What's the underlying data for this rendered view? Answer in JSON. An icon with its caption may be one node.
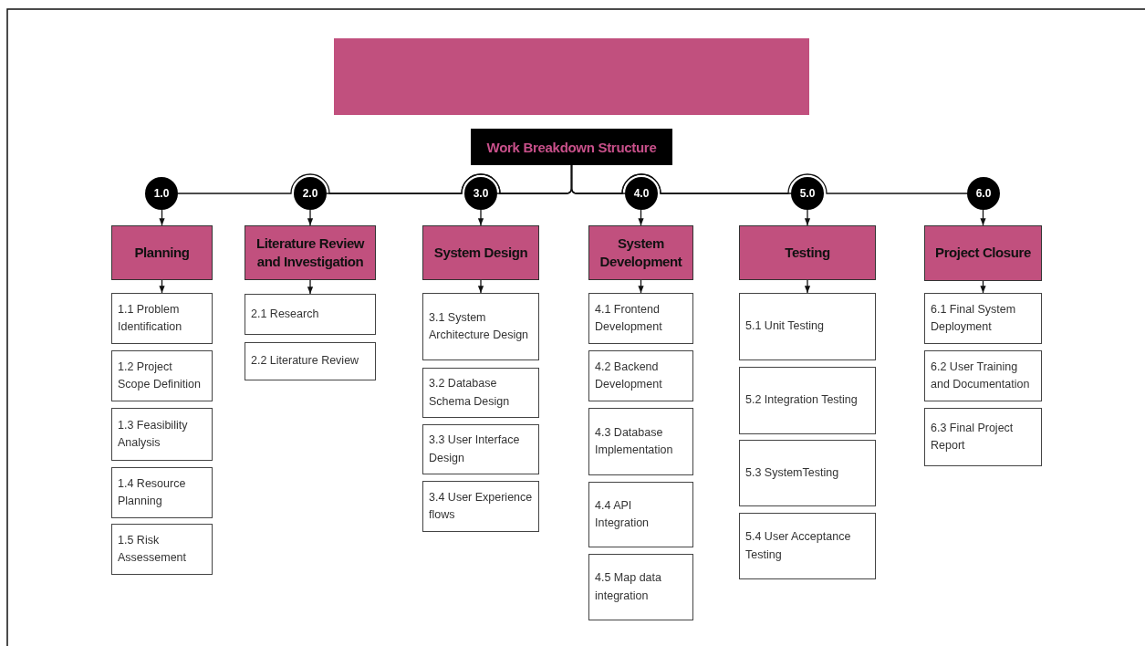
{
  "diagram": {
    "nodes": [
      {
        "text": [],
        "shape": "box"
      },
      {
        "text": [
          "Work Breakdown Structure"
        ]
      },
      {
        "text": [
          "1.0"
        ]
      },
      {
        "text": [
          "2.0"
        ]
      },
      {
        "text": [
          "3.0"
        ]
      },
      {
        "text": [
          "4.0"
        ]
      },
      {
        "text": [
          "5.0"
        ]
      },
      {
        "text": [
          "6.0"
        ]
      },
      {
        "text": [
          "Planning"
        ]
      },
      {
        "text": [
          "Literature Review and Investigation"
        ]
      },
      {
        "text": [
          "System Design"
        ]
      },
      {
        "text": [
          "System Development"
        ]
      },
      {
        "text": [
          "Testing"
        ]
      },
      {
        "text": [
          "Project Closure"
        ]
      },
      {
        "text": [
          "1.1 Problem Identification"
        ]
      },
      {
        "text": [
          "1.2 Project Scope Definition"
        ]
      },
      {
        "text": [
          "1.3 Feasibility Analysis"
        ]
      },
      {
        "text": [
          "1.4 Resource Planning"
        ]
      },
      {
        "text": [
          "1.5 Risk Assessement"
        ]
      },
      {
        "text": [
          "2.1 Research"
        ]
      },
      {
        "text": [
          "2.2 Literature Review"
        ]
      },
      {
        "text": [
          "3.1 System Architecture Design"
        ]
      },
      {
        "text": [
          "3.2 Database Schema Design"
        ]
      },
      {
        "text": [
          "3.3 User Interface Design"
        ]
      },
      {
        "text": [
          "3.4 User Experience flows"
        ]
      },
      {
        "text": [
          "4.1 Frontend Development"
        ]
      },
      {
        "text": [
          "4.2 Backend Development"
        ]
      },
      {
        "text": [
          "4.3 Database Implementation"
        ]
      },
      {
        "text": [
          "4.4 API Integration"
        ]
      },
      {
        "text": [
          "4.5 Map data integration"
        ]
      },
      {
        "text": [
          "5.1 Unit Testing"
        ]
      },
      {
        "text": [
          "5.2 Integration Testing"
        ]
      },
      {
        "text": [
          "5.3 SystemTesting"
        ]
      },
      {
        "text": [
          "5.4 User Acceptance Testing"
        ]
      },
      {
        "text": [
          "6.1 Final System Deployment"
        ]
      },
      {
        "text": [
          "6.2 User Training and Documentation"
        ]
      },
      {
        "text": [
          "6.3 Final Project Report"
        ]
      }
    ],
    "edges": [
      {
        "from": 1,
        "to": 2,
        "arrow": "none"
      },
      {
        "from": 1,
        "to": 3,
        "arrow": "none"
      },
      {
        "from": 1,
        "to": 4,
        "arrow": "none"
      },
      {
        "from": 1,
        "to": 5,
        "arrow": "none"
      },
      {
        "from": 1,
        "to": 6,
        "arrow": "none"
      },
      {
        "from": 1,
        "to": 7,
        "arrow": "none"
      },
      {
        "from": 2,
        "to": 8,
        "arrow": "to"
      },
      {
        "from": 3,
        "to": 9,
        "arrow": "to"
      },
      {
        "from": 4,
        "to": 10,
        "arrow": "to"
      },
      {
        "from": 5,
        "to": 11,
        "arrow": "to"
      },
      {
        "from": 6,
        "to": 12,
        "arrow": "to"
      },
      {
        "from": 7,
        "to": 13,
        "arrow": "to"
      },
      {
        "from": 8,
        "to": 14,
        "arrow": "to"
      },
      {
        "from": 9,
        "to": 19,
        "arrow": "to"
      },
      {
        "from": 10,
        "to": 21,
        "arrow": "to"
      },
      {
        "from": 11,
        "to": 25,
        "arrow": "to"
      },
      {
        "from": 12,
        "to": 30,
        "arrow": "to"
      },
      {
        "from": 13,
        "to": 34,
        "arrow": "to"
      }
    ]
  }
}
